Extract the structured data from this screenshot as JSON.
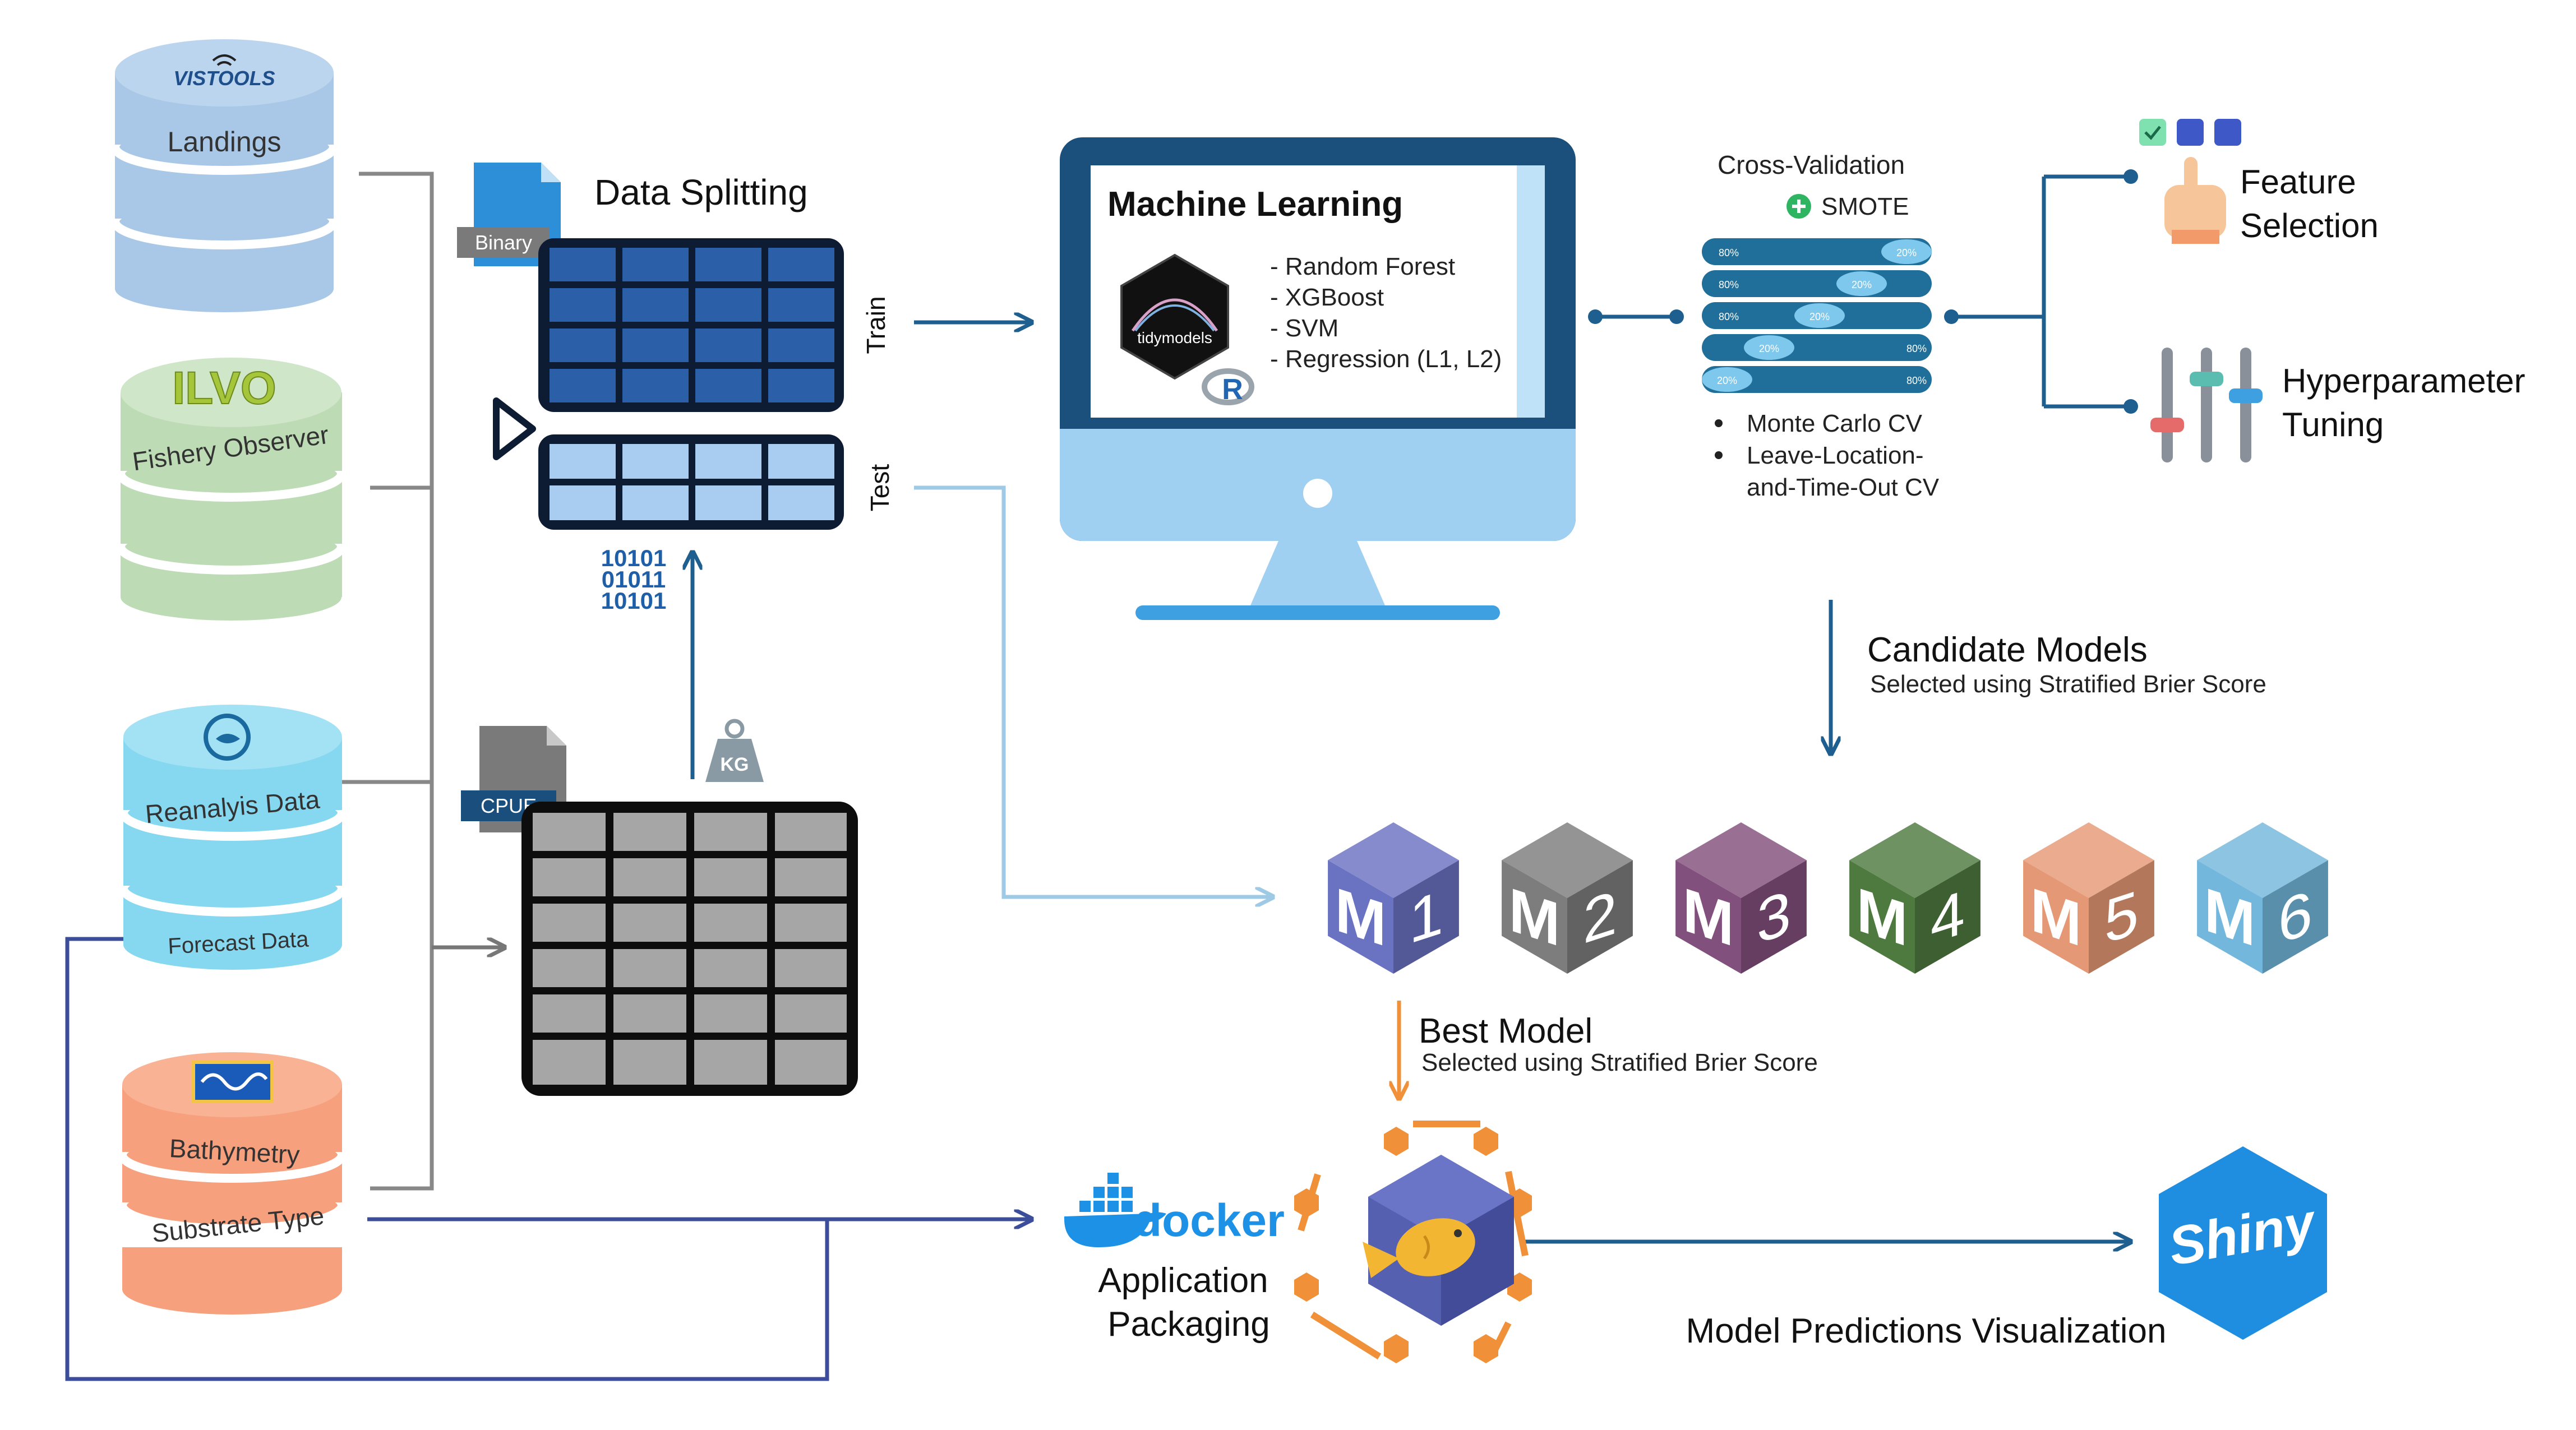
{
  "sources": {
    "vistools_logo": "VISTOOLS",
    "landings": "Landings",
    "ilvo_logo": "ILVO",
    "fishery_observer": "Fishery Observer",
    "reanalysis": "Reanalyis Data",
    "forecast": "Forecast Data",
    "bathymetry": "Bathymetry",
    "substrate": "Substrate Type"
  },
  "splitting": {
    "title": "Data Splitting",
    "binary_tag": "Binary",
    "train": "Train",
    "test": "Test",
    "binary_digits": [
      "10101",
      "01011",
      "10101"
    ],
    "cpue_tag": "CPUE",
    "kg_label": "KG"
  },
  "ml": {
    "title": "Machine Learning",
    "tidymodels_label": "tidymodels",
    "r_label": "R",
    "methods": [
      "- Random Forest",
      "- XGBoost",
      "- SVM",
      "- Regression (L1, L2)"
    ]
  },
  "cv": {
    "title": "Cross-Validation",
    "smote": "SMOTE",
    "bars": [
      {
        "left": "80%",
        "right": "20%"
      },
      {
        "left": "80%",
        "right": "20%"
      },
      {
        "left": "80%",
        "right": "20%"
      },
      {
        "left": "20%",
        "right": "80%"
      },
      {
        "left": "20%",
        "right": "80%"
      }
    ],
    "methods": [
      "Monte Carlo CV",
      "Leave-Location-",
      "and-Time-Out CV"
    ]
  },
  "tuning": {
    "feature_1": "Feature",
    "feature_2": "Selection",
    "hyper_1": "Hyperparameter",
    "hyper_2": "Tuning"
  },
  "candidates": {
    "title": "Candidate Models",
    "subtitle": "Selected using Stratified Brier Score",
    "models": [
      {
        "letter": "M",
        "num": "1",
        "color": "#6a72c2"
      },
      {
        "letter": "M",
        "num": "2",
        "color": "#7d7d7d"
      },
      {
        "letter": "M",
        "num": "3",
        "color": "#82507c"
      },
      {
        "letter": "M",
        "num": "4",
        "color": "#4e7a40"
      },
      {
        "letter": "M",
        "num": "5",
        "color": "#e59875"
      },
      {
        "letter": "M",
        "num": "6",
        "color": "#73b7dc"
      }
    ]
  },
  "best": {
    "title": "Best Model",
    "subtitle": "Selected using Stratified Brier Score"
  },
  "packaging": {
    "docker": "docker",
    "line1": "Application",
    "line2": "Packaging"
  },
  "shiny": {
    "logo": "Shiny",
    "caption": "Model Predictions Visualization"
  }
}
